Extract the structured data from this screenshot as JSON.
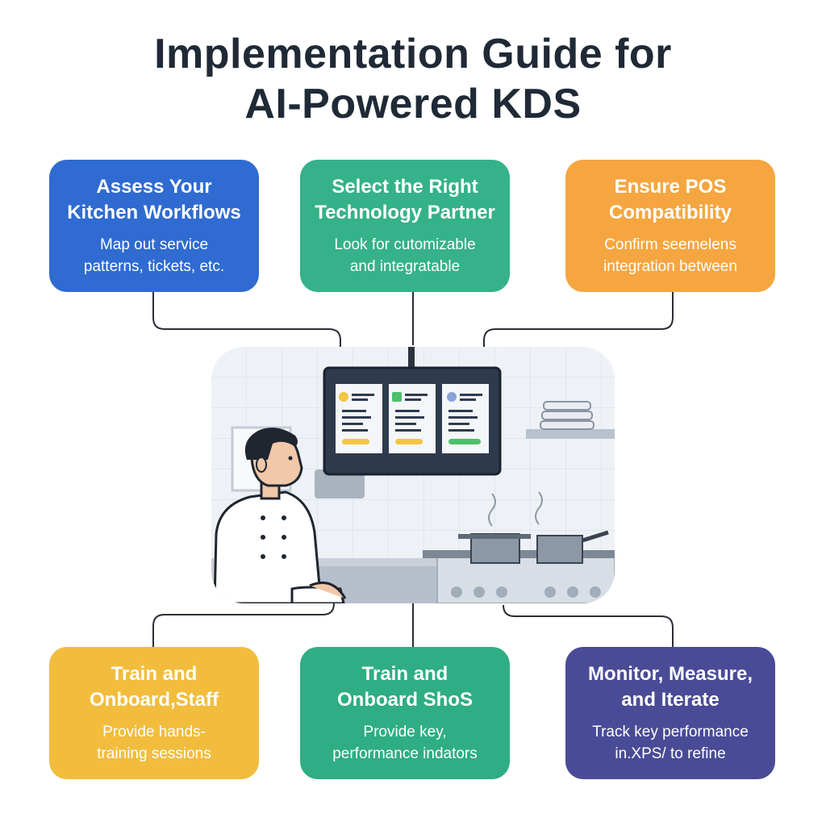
{
  "title": {
    "line1": "Implementation Guide for",
    "line2": "AI-Powered KDS"
  },
  "steps": [
    {
      "heading": [
        "Assess Your",
        "Kitchen Workflows"
      ],
      "description": [
        "Map out service",
        "patterns, tickets, etc."
      ],
      "color": "#2f6bd1"
    },
    {
      "heading": [
        "Select the Right",
        "Technology Partner"
      ],
      "description": [
        "Look for cutomizable",
        "and integratable"
      ],
      "color": "#35b28a"
    },
    {
      "heading": [
        "Ensure POS",
        "Compatibility"
      ],
      "description": [
        "Confirm seemelens",
        "integration between"
      ],
      "color": "#f5a640"
    },
    {
      "heading": [
        "Train and",
        "Onboard,Staff"
      ],
      "description": [
        "Provide hands-",
        "training sessions"
      ],
      "color": "#f2bd3d"
    },
    {
      "heading": [
        "Train and",
        "Onboard ShoS"
      ],
      "description": [
        "Provide key,",
        "performance indators"
      ],
      "color": "#2fad84"
    },
    {
      "heading": [
        "Monitor, Measure,",
        "and Iterate"
      ],
      "description": [
        "Track key performance",
        "in.XPS/ to refine"
      ],
      "color": "#4a4b96"
    }
  ],
  "illustration": {
    "subject": "chef-viewing-kitchen-display-icon",
    "ticket_colors": [
      "#f4c542",
      "#4cc06a",
      "#8aa3d8"
    ]
  }
}
